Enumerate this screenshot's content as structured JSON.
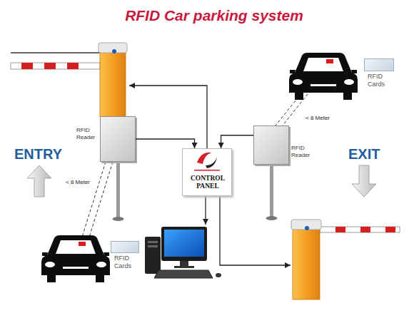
{
  "diagram": {
    "title": "RFID Car parking system",
    "nodes": [
      {
        "text": [
          "RFID Cards"
        ]
      },
      {
        "text": [
          "RFID Reader"
        ]
      },
      {
        "text": [
          "CONTROL PANEL"
        ]
      },
      {
        "text": [
          "RFID Reader"
        ]
      },
      {
        "text": [
          "RFID Cards"
        ]
      }
    ],
    "edges": [
      {
        "from": 1,
        "to": 2,
        "arrow": "to"
      },
      {
        "from": 3,
        "to": 2,
        "arrow": "to"
      }
    ],
    "labels": [
      "ENTRY",
      "EXIT",
      "< 8 Meter",
      "< 8 Meter"
    ]
  }
}
